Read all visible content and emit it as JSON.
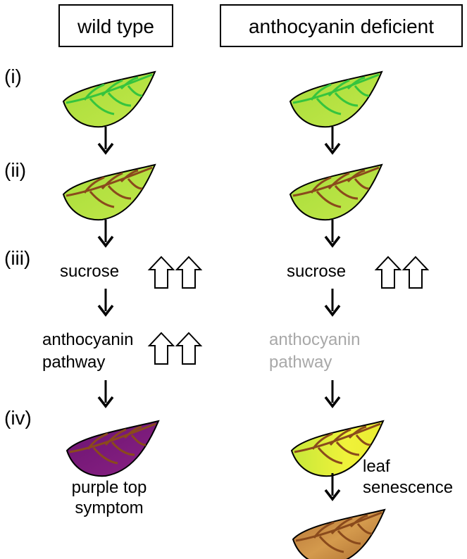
{
  "columns": {
    "wild_type": {
      "title": "wild type"
    },
    "deficient": {
      "title": "anthocyanin deficient"
    }
  },
  "steps": [
    "(i)",
    "(ii)",
    "(iii)",
    "(iv)"
  ],
  "wild_type": {
    "sucrose": "sucrose",
    "pathway_line1": "anthocyanin",
    "pathway_line2": "pathway",
    "outcome_line1": "purple top",
    "outcome_line2": "symptom"
  },
  "deficient": {
    "sucrose": "sucrose",
    "pathway_line1": "anthocyanin",
    "pathway_line2": "pathway",
    "outcome_line1": "leaf",
    "outcome_line2": "senescence"
  },
  "colors": {
    "leaf_green": "#b5e23a",
    "vein_green": "#36c43e",
    "vein_brown": "#8a4a1c",
    "leaf_purple": "#7a1c78",
    "leaf_yellow": "#e2f032",
    "leaf_brown": "#c8893f",
    "pathway_grey": "#a8a8a8"
  },
  "icons": {
    "leaf": "leaf-icon",
    "down_arrow": "down-arrow-icon",
    "up_arrow": "up-arrow-icon"
  }
}
